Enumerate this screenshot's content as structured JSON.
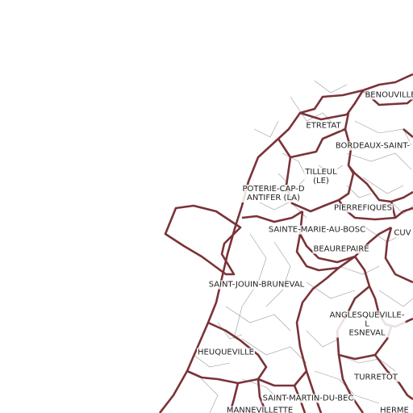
{
  "colors": {
    "commune_border": "#7a3338",
    "parcel_line": "#9a9a9a",
    "background": "#ffffff"
  },
  "labels": {
    "benouville": "BENOUVILLE",
    "etretat": "ETRETAT",
    "bordeaux": "BORDEAUX-SAINT-",
    "tilleul_1": "TILLEUL",
    "tilleul_2": "(LE)",
    "poterie_1": "POTERIE-CAP-D",
    "poterie_2": "ANTIFER (LA)",
    "pierrefiques": "PIERREFIQUES",
    "sainte_marie": "SAINTE-MARIE-AU-BOSC",
    "cuv": "CUV",
    "beaurepaire": "BEAUREPAIRE",
    "saint_jouin": "SAINT-JOUIN-BRUNEVAL",
    "anglesqueville_1": "ANGLESQUEVILLE-L",
    "anglesqueville_2": "ESNEVAL",
    "heuqueville": "HEUQUEVILLE",
    "turretot": "TURRETOT",
    "saint_martin": "SAINT-MARTIN-DU-BEC",
    "manneville": "MANNEVILLETTE",
    "herme": "HERME"
  }
}
